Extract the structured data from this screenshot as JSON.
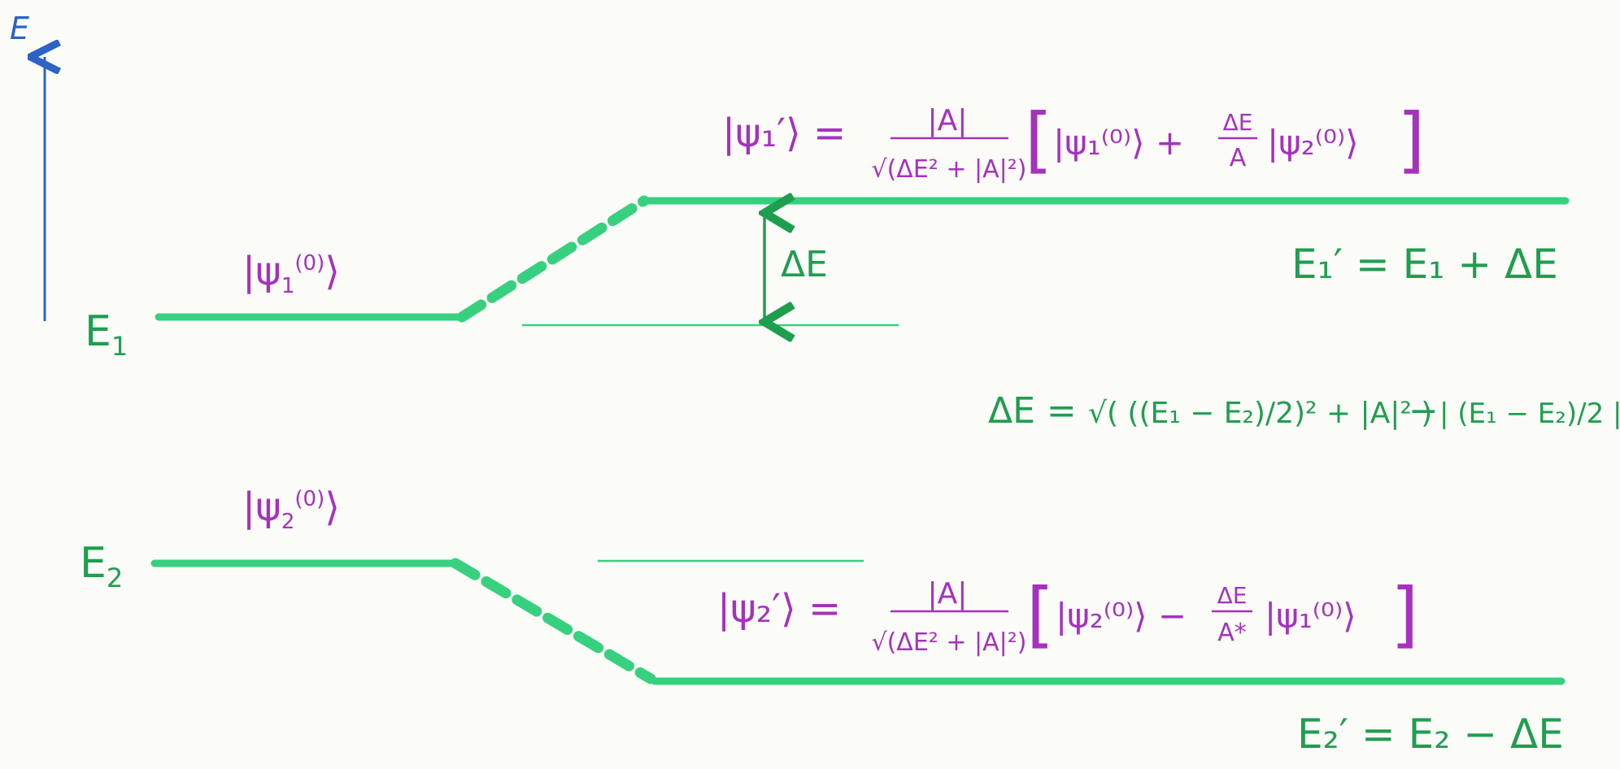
{
  "colors": {
    "axis": "#2b63c7",
    "levels": "#37d07f",
    "level_labels": "#1f9e50",
    "states": "#a532bd",
    "background": "#fbfbf8"
  },
  "axis": {
    "label": "E"
  },
  "left_levels": {
    "upper_energy": "E",
    "upper_energy_sub": "1",
    "lower_energy": "E",
    "lower_energy_sub": "2",
    "upper_state": "|ψ",
    "upper_state_sub": "1",
    "upper_state_sup": "(0)",
    "upper_state_ket": "⟩",
    "lower_state": "|ψ",
    "lower_state_sub": "2",
    "lower_state_sup": "(0)",
    "lower_state_ket": "⟩"
  },
  "shift_label": {
    "arrow": "↕",
    "text": "ΔE"
  },
  "upper_perturbed": {
    "ket": "|ψ₁′⟩ =",
    "coef_num": "|A|",
    "coef_den": "√(ΔE² + |A|²)",
    "bracket_open": "[",
    "term1": "|ψ₁⁽⁰⁾⟩ +",
    "frac_num": "ΔE",
    "frac_den": "A",
    "term2": "|ψ₂⁽⁰⁾⟩",
    "bracket_close": "]",
    "energy": "E₁′ = E₁ + ΔE"
  },
  "lower_perturbed": {
    "ket": "|ψ₂′⟩ =",
    "coef_num": "|A|",
    "coef_den": "√(ΔE² + |A|²)",
    "bracket_open": "[",
    "term1": "|ψ₂⁽⁰⁾⟩ −",
    "frac_num": "ΔE",
    "frac_den": "A*",
    "term2": "|ψ₁⁽⁰⁾⟩",
    "bracket_close": "]",
    "energy": "E₂′ = E₂ − ΔE"
  },
  "delta_formula": {
    "lhs": "ΔE =",
    "sqrt_body": "√( ((E₁ − E₂)/2)² + |A|² )",
    "minus": "−",
    "abs_term": "| (E₁ − E₂)/2 |"
  }
}
